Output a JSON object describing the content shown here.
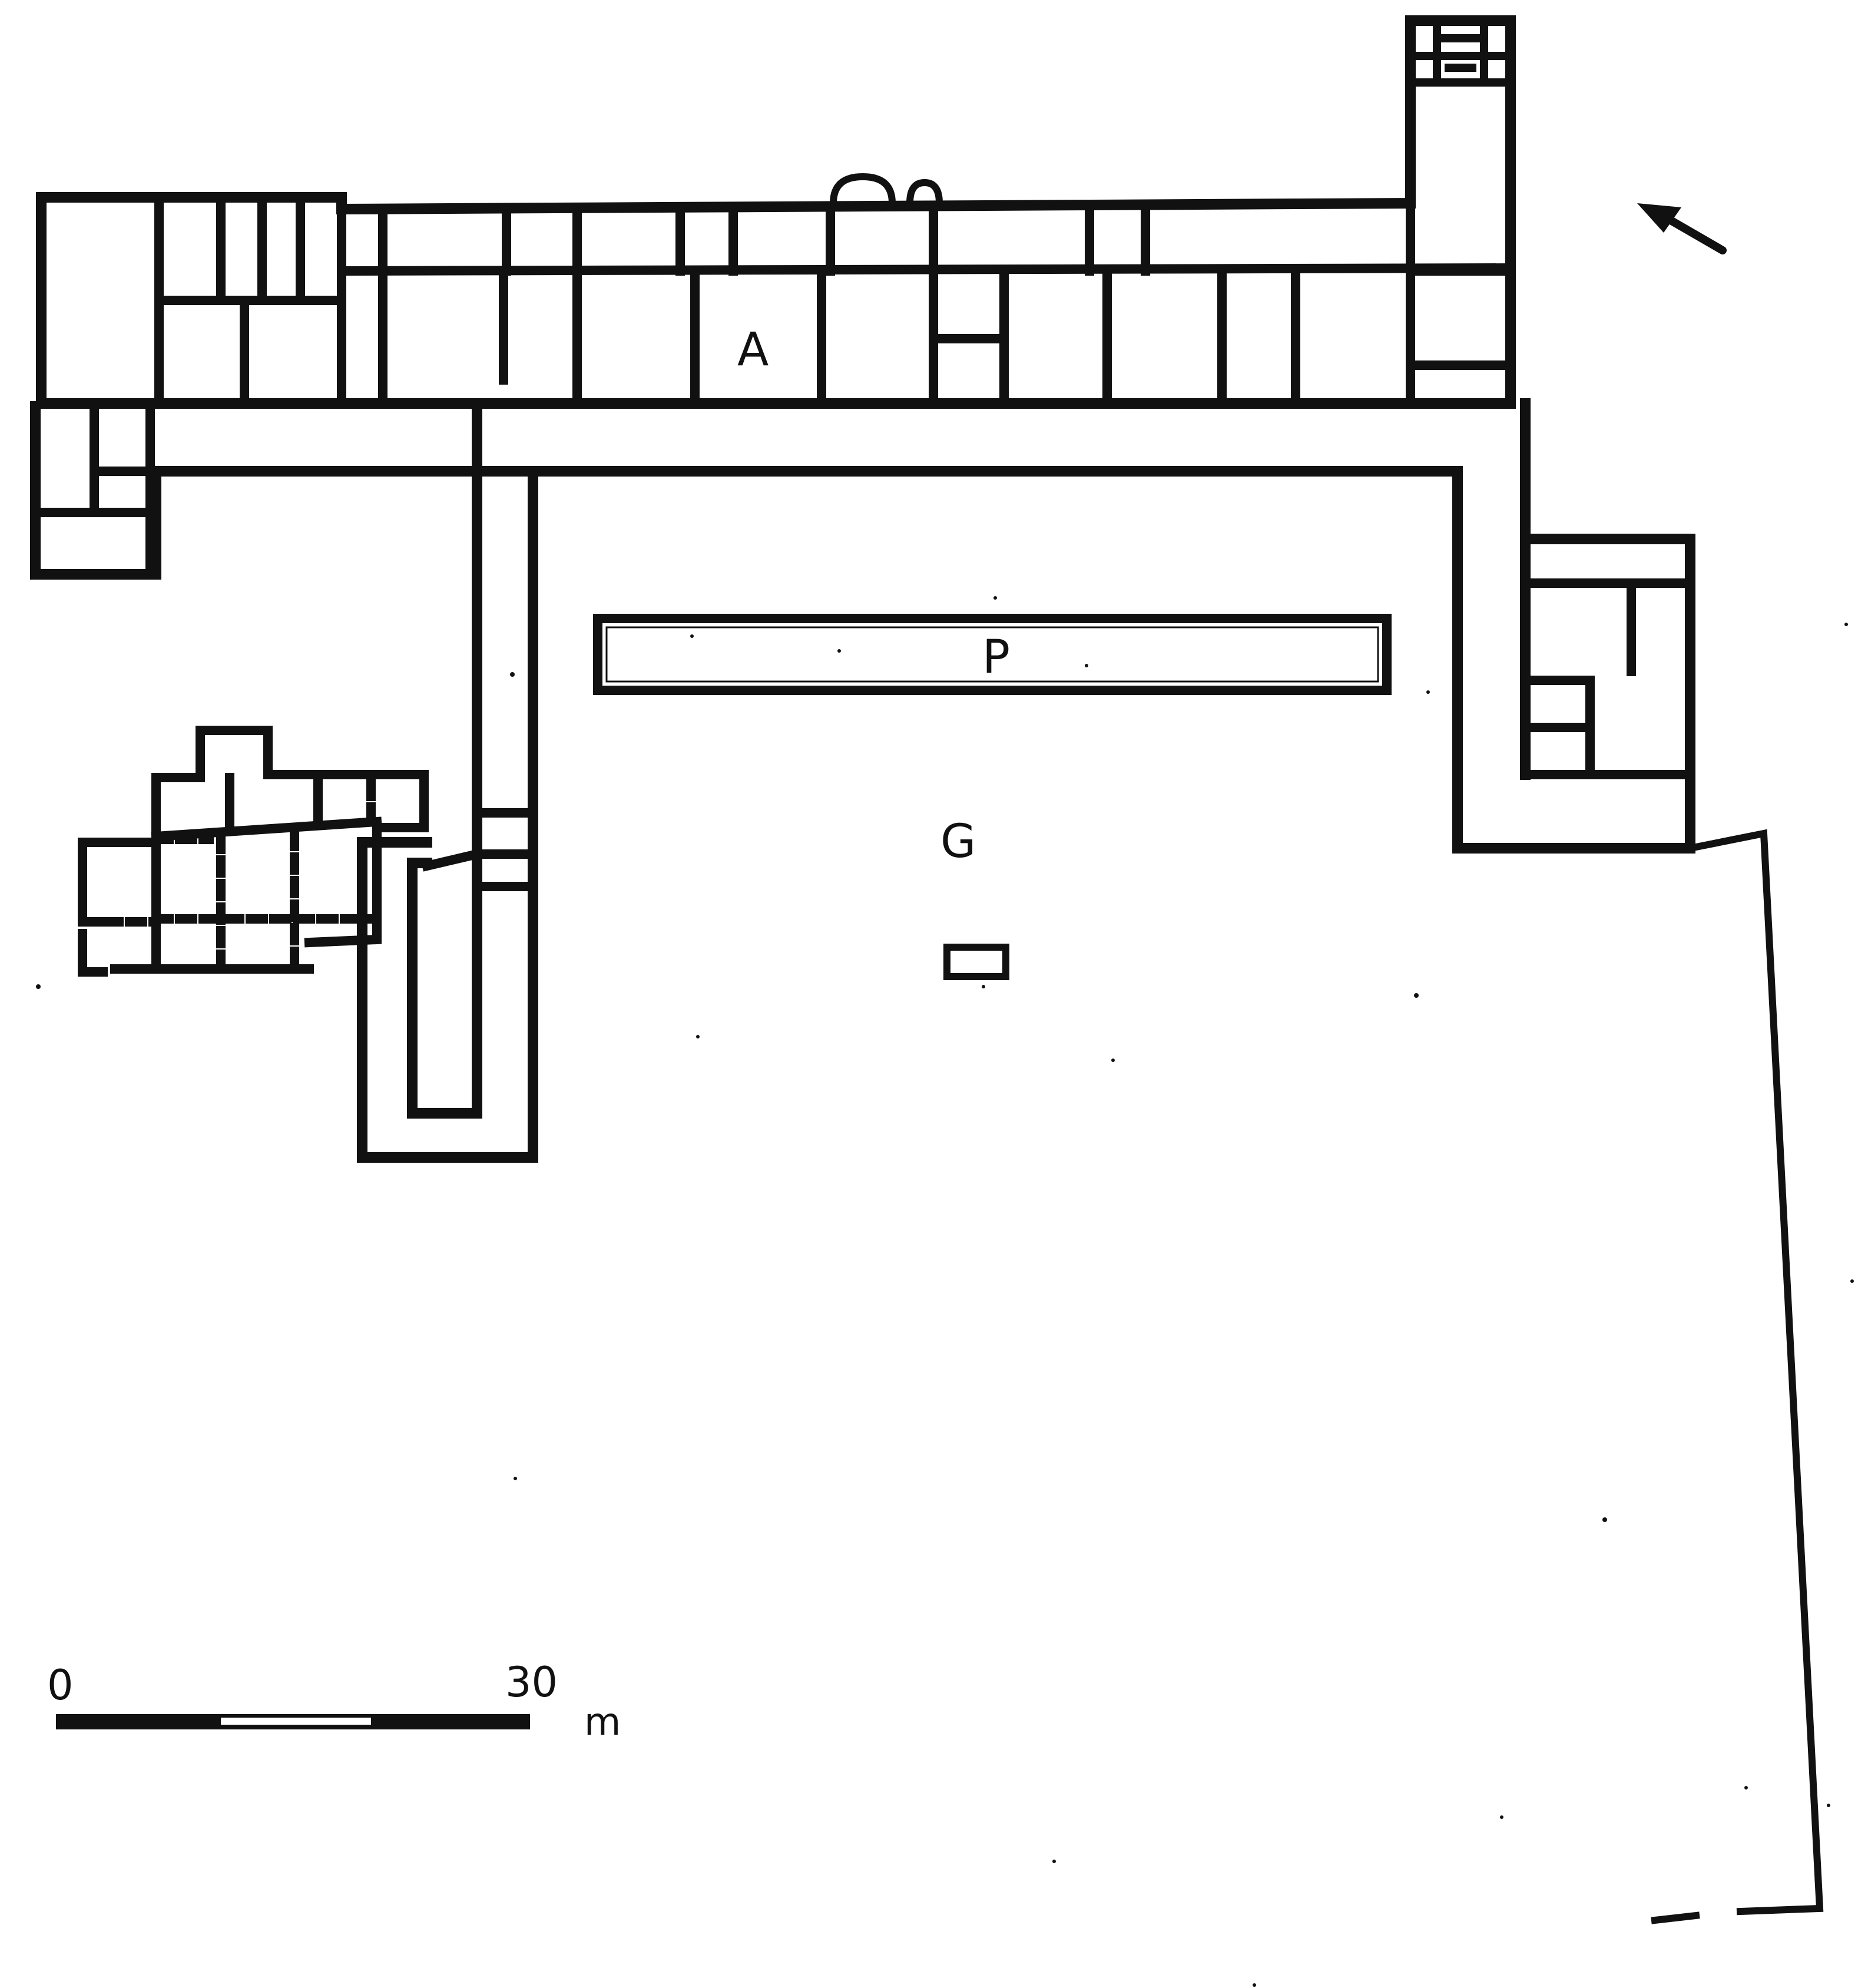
{
  "plan": {
    "labels": {
      "range_a": "A",
      "pool": "P",
      "garden": "G"
    },
    "scale_bar": {
      "start": "0",
      "end": "30",
      "unit": "m"
    },
    "north_arrow": "arrow-icon",
    "colors": {
      "ink": "#111111",
      "paper": "#ffffff"
    }
  }
}
